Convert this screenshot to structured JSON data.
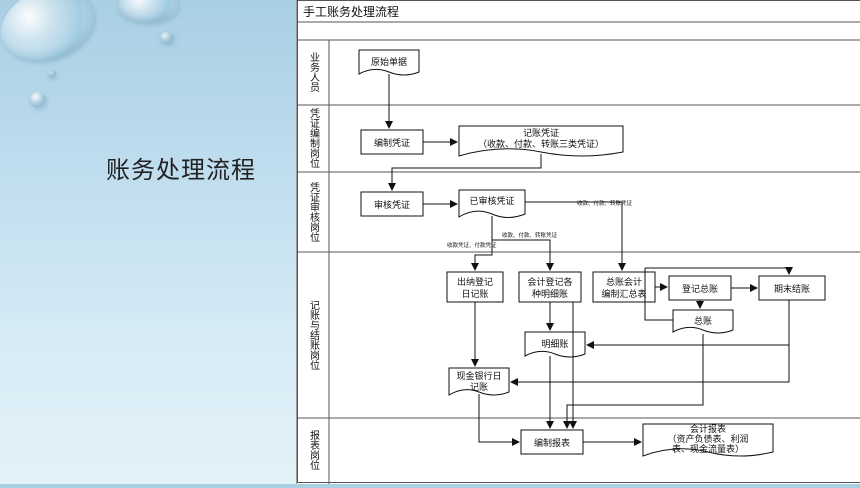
{
  "slide_title": "账务处理流程",
  "diagram": {
    "title": "手工账务处理流程",
    "lanes": [
      "业务人员",
      "凭证编制岗位",
      "凭证审核岗位",
      "记账与结账岗位",
      "报表岗位"
    ],
    "nodes": {
      "original_doc": "原始单据",
      "make_voucher": "编制凭证",
      "voucher_doc_l1": "记账凭证",
      "voucher_doc_l2": "（收款、付款、转账三类凭证）",
      "audit_voucher": "审核凭证",
      "audited": "已审核凭证",
      "cashier_l1": "出纳登记",
      "cashier_l2": "日记账",
      "acct_l1": "会计登记各",
      "acct_l2": "种明细账",
      "gl_acct_l1": "总账会计",
      "gl_acct_l2": "编制汇总表",
      "post_gl": "登记总账",
      "period_close": "期末结账",
      "gl_doc": "总账",
      "detail_doc": "明细账",
      "cash_bank_l1": "现金银行日",
      "cash_bank_l2": "记账",
      "make_report": "编制报表",
      "report_doc_l1": "会计报表",
      "report_doc_l2": "（资产负债表、利润",
      "report_doc_l3": "表、现金流量表）"
    },
    "edge_labels": {
      "to_gl": "收款、付款、转账凭证",
      "to_acct": "收款、付款、转账凭证",
      "to_cashier": "收款凭证、付款凭证"
    }
  }
}
